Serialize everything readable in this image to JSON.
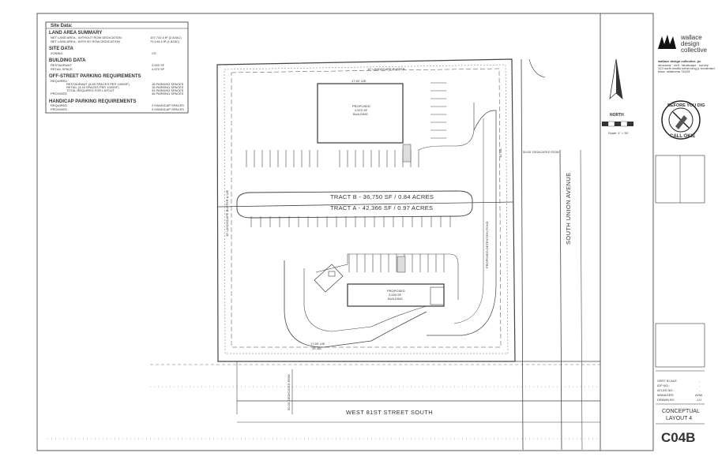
{
  "site_data": {
    "title": "Site Data:",
    "land_area_summary": {
      "heading": "LAND AREA SUMMARY",
      "rows": [
        {
          "label": "NET LAND AREA - WITHOUT ROW DEDICATION",
          "value": "107,742.0 ft² (2.52AC)"
        },
        {
          "label": "NET LAND AREA - WITH 50' ROW DEDICATION",
          "value": "79,144.4 ft² (1.82AC)"
        }
      ]
    },
    "site": {
      "heading": "SITE DATA",
      "rows": [
        {
          "label": "ZONING",
          "value": "CS"
        }
      ]
    },
    "building": {
      "heading": "BUILDING DATA",
      "rows": [
        {
          "label": "RESTAURANT",
          "value": "2,000 SF"
        },
        {
          "label": "RETAIL SPACE",
          "value": "4,570 SF"
        }
      ]
    },
    "parking": {
      "heading": "OFF-STREET PARKING REQUIREMENTS",
      "rows": [
        {
          "label": "REQUIRED",
          "value": ""
        },
        {
          "label": "RESTAURANT (8.50 SPACES PER 1000SF)",
          "value": "18 PARKING SPACES"
        },
        {
          "label": "RETAIL (3.33 SPACES PER 1000SF)",
          "value": "16 PARKING SPACES"
        },
        {
          "label": "TOTAL REQUIRED FOR LAYOUT",
          "value": "34 PARKING SPACES"
        },
        {
          "label": "PROVIDED",
          "value": "46 PARKING SPACES"
        }
      ]
    },
    "handicap": {
      "heading": "HANDICAP PARKING REQUIREMENTS",
      "rows": [
        {
          "label": "REQUIRED",
          "value": "2 HANDICAP SPACES"
        },
        {
          "label": "PROVIDED",
          "value": "3 HANDICAP SPACES"
        }
      ]
    }
  },
  "plan": {
    "tract_b": "TRACT B -  36,750 SF / 0.84 ACRES",
    "tract_a": "TRACT A -  42,366 SF / 0.97 ACRES",
    "street_south": "WEST 81ST STREET SOUTH",
    "street_east": "SOUTH UNION AVENUE",
    "landscape_buffer": "10' LANDSCAPE BUFFER",
    "landscape_buffer_side": "10' LANDSCAPE BUFFER & U/E",
    "ue_top": "17.50' U/E",
    "building_top": [
      "PROPOSED",
      "4,570 SF",
      "BUILDING"
    ],
    "building_bottom": [
      "PROPOSED",
      "2,000 SF",
      "BUILDING"
    ],
    "dedicated_row_east": "50.00' DEDICATED ROW",
    "dedicated_row_south": "50.00' DEDICATED ROW",
    "detention_pond": "PROPOSED DETENTION POND",
    "ue_bottom": "17.50' U/E",
    "bl_bottom": "10' B/L",
    "bl_side": "10' B/L"
  },
  "north_arrow": {
    "label": "NORTH",
    "scale": "Scale: 1\" = 30'"
  },
  "firm": {
    "name_lines": [
      "wallace",
      "design",
      "collective"
    ],
    "company": "wallace design collective, pc",
    "address": [
      "structural · civil · landscape · survey",
      "123 north martin luther king jr. boulevard",
      "tulsa, oklahoma 74103"
    ]
  },
  "okie": {
    "top": "BEFORE YOU DIG",
    "bottom": "CALL OKIE"
  },
  "title_block": {
    "fields": [
      {
        "label": "VERT SCALE",
        "value": "-"
      },
      {
        "label": "IDP NO.:",
        "value": "-"
      },
      {
        "label": "ATLAS NO.:",
        "value": "-"
      },
      {
        "label": "MANAGER:",
        "value": "AHW"
      },
      {
        "label": "DRAWN BY:",
        "value": "JJJ"
      }
    ],
    "sheet_title": [
      "CONCEPTUAL",
      "LAYOUT 4"
    ],
    "sheet_number": "C04B"
  }
}
